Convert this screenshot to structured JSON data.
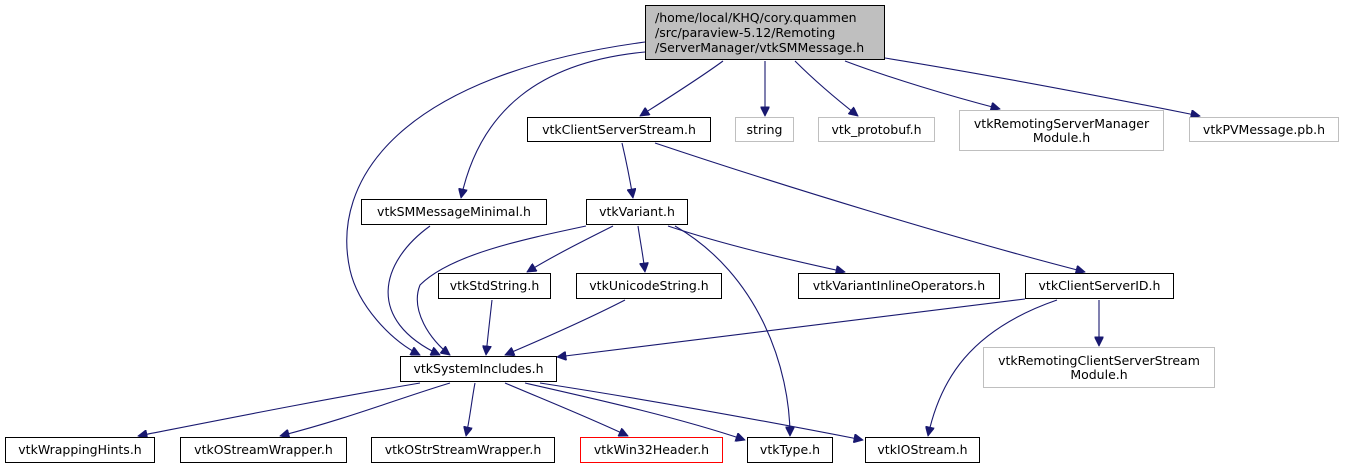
{
  "title": "vtkSMMessage.h include dependency graph",
  "colors": {
    "edge": "#191970",
    "root_fill": "#bfbfbf",
    "node_border": "#000000",
    "external_border": "#bfbfbf",
    "error_border": "#ff0000"
  },
  "nodes": [
    {
      "id": "root",
      "label": "/home/local/KHQ/cory.quammen\n/src/paraview-5.12/Remoting\n/ServerManager/vtkSMMessage.h",
      "kind": "root"
    },
    {
      "id": "vtkClientServerStream",
      "label": "vtkClientServerStream.h",
      "kind": "documented"
    },
    {
      "id": "string",
      "label": "string",
      "kind": "external"
    },
    {
      "id": "vtk_protobuf",
      "label": "vtk_protobuf.h",
      "kind": "external"
    },
    {
      "id": "vtkRemotingServerManagerModule",
      "label": "vtkRemotingServerManager\nModule.h",
      "kind": "external"
    },
    {
      "id": "vtkPVMessage",
      "label": "vtkPVMessage.pb.h",
      "kind": "external"
    },
    {
      "id": "vtkSMMessageMinimal",
      "label": "vtkSMMessageMinimal.h",
      "kind": "documented"
    },
    {
      "id": "vtkVariant",
      "label": "vtkVariant.h",
      "kind": "documented"
    },
    {
      "id": "vtkStdString",
      "label": "vtkStdString.h",
      "kind": "documented"
    },
    {
      "id": "vtkUnicodeString",
      "label": "vtkUnicodeString.h",
      "kind": "documented"
    },
    {
      "id": "vtkVariantInlineOperators",
      "label": "vtkVariantInlineOperators.h",
      "kind": "documented"
    },
    {
      "id": "vtkClientServerID",
      "label": "vtkClientServerID.h",
      "kind": "documented"
    },
    {
      "id": "vtkRemotingClientServerStreamModule",
      "label": "vtkRemotingClientServerStream\nModule.h",
      "kind": "external"
    },
    {
      "id": "vtkSystemIncludes",
      "label": "vtkSystemIncludes.h",
      "kind": "documented"
    },
    {
      "id": "vtkWrappingHints",
      "label": "vtkWrappingHints.h",
      "kind": "documented"
    },
    {
      "id": "vtkOStreamWrapper",
      "label": "vtkOStreamWrapper.h",
      "kind": "documented"
    },
    {
      "id": "vtkOStrStreamWrapper",
      "label": "vtkOStrStreamWrapper.h",
      "kind": "documented"
    },
    {
      "id": "vtkWin32Header",
      "label": "vtkWin32Header.h",
      "kind": "error"
    },
    {
      "id": "vtkType",
      "label": "vtkType.h",
      "kind": "documented"
    },
    {
      "id": "vtkIOStream",
      "label": "vtkIOStream.h",
      "kind": "documented"
    }
  ],
  "edges": [
    {
      "from": "root",
      "to": "vtkClientServerStream"
    },
    {
      "from": "root",
      "to": "string"
    },
    {
      "from": "root",
      "to": "vtk_protobuf"
    },
    {
      "from": "root",
      "to": "vtkRemotingServerManagerModule"
    },
    {
      "from": "root",
      "to": "vtkPVMessage"
    },
    {
      "from": "root",
      "to": "vtkSMMessageMinimal"
    },
    {
      "from": "root",
      "to": "vtkSystemIncludes"
    },
    {
      "from": "vtkClientServerStream",
      "to": "vtkVariant"
    },
    {
      "from": "vtkClientServerStream",
      "to": "vtkClientServerID"
    },
    {
      "from": "vtkSMMessageMinimal",
      "to": "vtkSystemIncludes"
    },
    {
      "from": "vtkVariant",
      "to": "vtkSystemIncludes"
    },
    {
      "from": "vtkVariant",
      "to": "vtkStdString"
    },
    {
      "from": "vtkVariant",
      "to": "vtkUnicodeString"
    },
    {
      "from": "vtkVariant",
      "to": "vtkVariantInlineOperators"
    },
    {
      "from": "vtkVariant",
      "to": "vtkType"
    },
    {
      "from": "vtkStdString",
      "to": "vtkSystemIncludes"
    },
    {
      "from": "vtkUnicodeString",
      "to": "vtkSystemIncludes"
    },
    {
      "from": "vtkClientServerID",
      "to": "vtkSystemIncludes"
    },
    {
      "from": "vtkClientServerID",
      "to": "vtkRemotingClientServerStreamModule"
    },
    {
      "from": "vtkClientServerID",
      "to": "vtkIOStream"
    },
    {
      "from": "vtkSystemIncludes",
      "to": "vtkWrappingHints"
    },
    {
      "from": "vtkSystemIncludes",
      "to": "vtkOStreamWrapper"
    },
    {
      "from": "vtkSystemIncludes",
      "to": "vtkOStrStreamWrapper"
    },
    {
      "from": "vtkSystemIncludes",
      "to": "vtkWin32Header"
    },
    {
      "from": "vtkSystemIncludes",
      "to": "vtkType"
    },
    {
      "from": "vtkSystemIncludes",
      "to": "vtkIOStream"
    }
  ]
}
